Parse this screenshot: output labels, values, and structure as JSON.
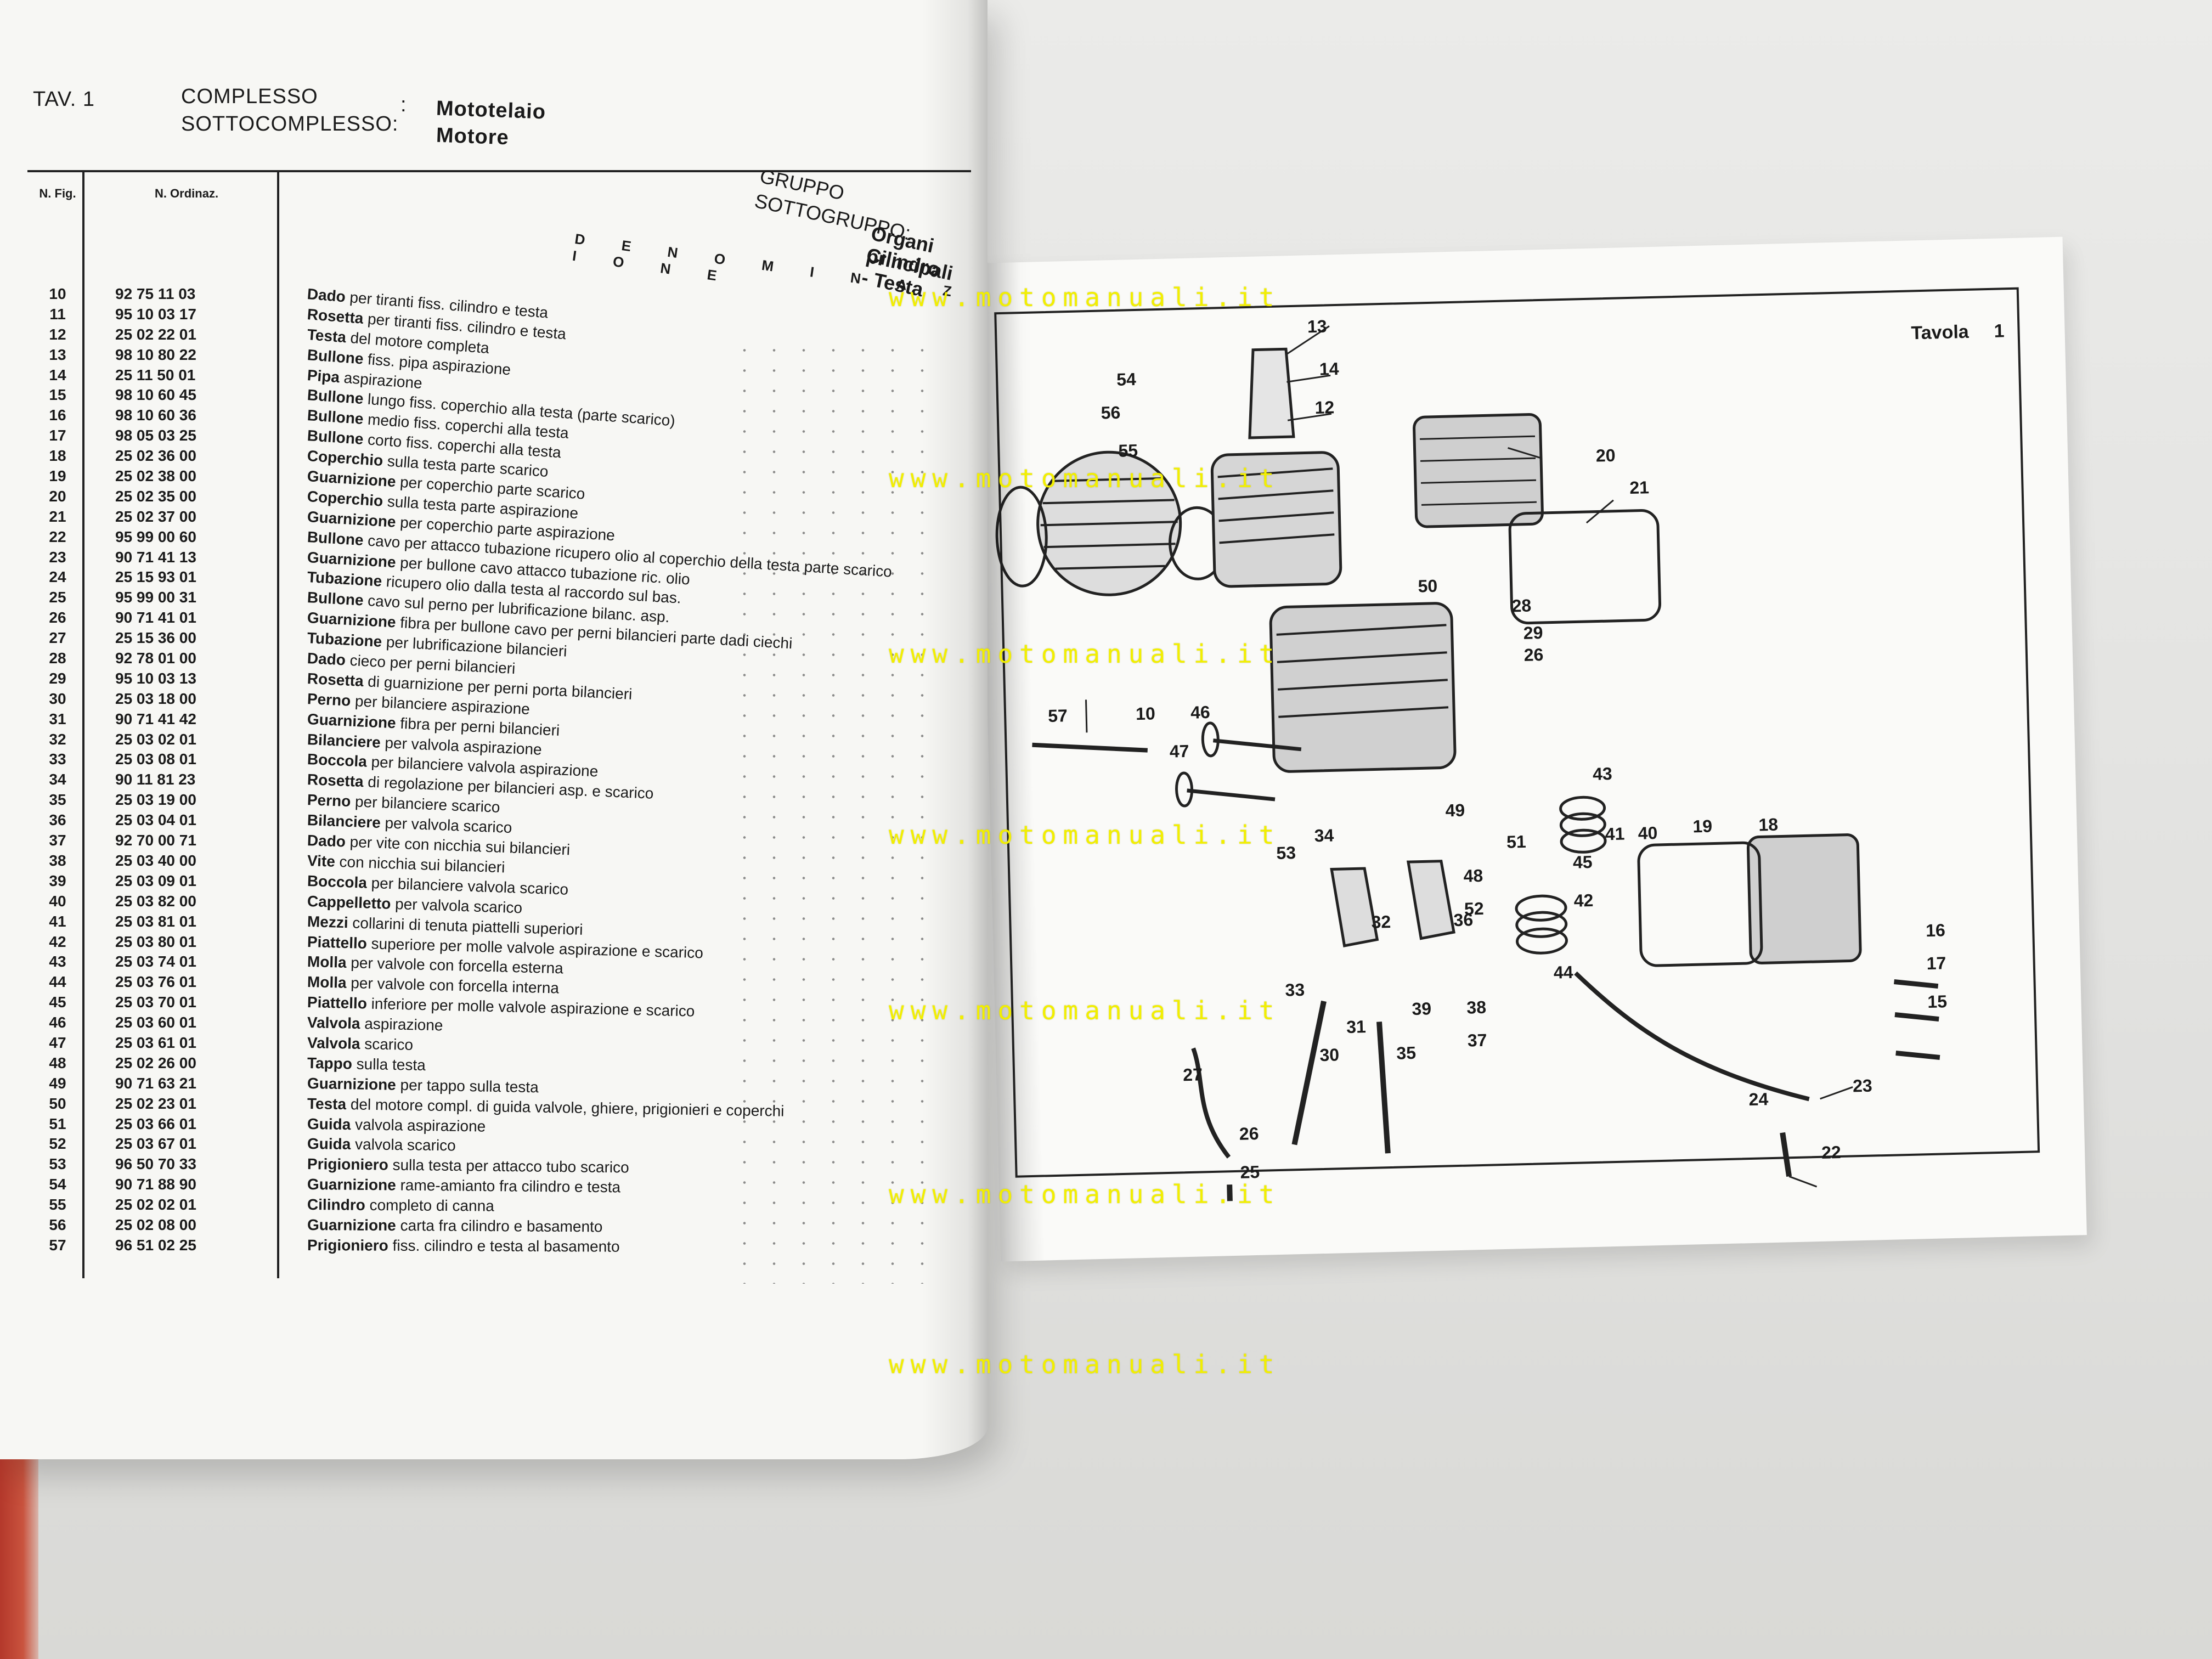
{
  "left_page": {
    "tav_label": "TAV. 1",
    "complesso_label": "COMPLESSO",
    "complesso_value": "Mototelaio",
    "sottocomplesso_label": "SOTTOCOMPLESSO:",
    "sottocomplesso_value": "Motore",
    "colon": ":",
    "col_fig": "N. Fig.",
    "col_ord": "N. Ordinaz.",
    "col_denom": "D E N O M I N A Z I O N E",
    "gruppo_label": "GRUPPO",
    "gruppo_value": "Organi principali",
    "sottogruppo_label": "SOTTOGRUPPO:",
    "sottogruppo_value": "Cilindro - Testa",
    "rows": [
      {
        "fig": "10",
        "code": "92 75 11 03",
        "name": "Dado",
        "rest": "per tiranti fiss. cilindro e testa"
      },
      {
        "fig": "11",
        "code": "95 10 03 17",
        "name": "Rosetta",
        "rest": "per tiranti fiss. cilindro e testa"
      },
      {
        "fig": "12",
        "code": "25 02 22 01",
        "name": "Testa",
        "rest": "del motore completa"
      },
      {
        "fig": "13",
        "code": "98 10 80 22",
        "name": "Bullone",
        "rest": "fiss. pipa aspirazione"
      },
      {
        "fig": "14",
        "code": "25 11 50 01",
        "name": "Pipa",
        "rest": "aspirazione"
      },
      {
        "fig": "15",
        "code": "98 10 60 45",
        "name": "Bullone",
        "rest": "lungo fiss. coperchio alla testa (parte scarico)"
      },
      {
        "fig": "16",
        "code": "98 10 60 36",
        "name": "Bullone",
        "rest": "medio fiss. coperchi alla testa"
      },
      {
        "fig": "17",
        "code": "98 05 03 25",
        "name": "Bullone",
        "rest": "corto fiss. coperchi alla testa"
      },
      {
        "fig": "18",
        "code": "25 02 36 00",
        "name": "Coperchio",
        "rest": "sulla testa parte scarico"
      },
      {
        "fig": "19",
        "code": "25 02 38 00",
        "name": "Guarnizione",
        "rest": "per coperchio parte scarico"
      },
      {
        "fig": "20",
        "code": "25 02 35 00",
        "name": "Coperchio",
        "rest": "sulla testa parte aspirazione"
      },
      {
        "fig": "21",
        "code": "25 02 37 00",
        "name": "Guarnizione",
        "rest": "per coperchio parte aspirazione"
      },
      {
        "fig": "22",
        "code": "95 99 00 60",
        "name": "Bullone",
        "rest": "cavo per attacco tubazione ricupero olio al coperchio della testa parte scarico"
      },
      {
        "fig": "23",
        "code": "90 71 41 13",
        "name": "Guarnizione",
        "rest": "per bullone cavo attacco tubazione ric. olio"
      },
      {
        "fig": "24",
        "code": "25 15 93 01",
        "name": "Tubazione",
        "rest": "ricupero olio dalla testa al raccordo sul bas."
      },
      {
        "fig": "25",
        "code": "95 99 00 31",
        "name": "Bullone",
        "rest": "cavo sul perno per lubrificazione bilanc. asp."
      },
      {
        "fig": "26",
        "code": "90 71 41 01",
        "name": "Guarnizione",
        "rest": "fibra per bullone cavo per perni bilancieri parte dadi ciechi"
      },
      {
        "fig": "27",
        "code": "25 15 36 00",
        "name": "Tubazione",
        "rest": "per lubrificazione bilancieri"
      },
      {
        "fig": "28",
        "code": "92 78 01 00",
        "name": "Dado",
        "rest": "cieco per perni bilancieri"
      },
      {
        "fig": "29",
        "code": "95 10 03 13",
        "name": "Rosetta",
        "rest": "di guarnizione per perni porta bilancieri"
      },
      {
        "fig": "30",
        "code": "25 03 18 00",
        "name": "Perno",
        "rest": "per bilanciere aspirazione"
      },
      {
        "fig": "31",
        "code": "90 71 41 42",
        "name": "Guarnizione",
        "rest": "fibra per perni bilancieri"
      },
      {
        "fig": "32",
        "code": "25 03 02 01",
        "name": "Bilanciere",
        "rest": "per valvola aspirazione"
      },
      {
        "fig": "33",
        "code": "25 03 08 01",
        "name": "Boccola",
        "rest": "per bilanciere valvola aspirazione"
      },
      {
        "fig": "34",
        "code": "90 11 81 23",
        "name": "Rosetta",
        "rest": "di regolazione per bilancieri asp. e scarico"
      },
      {
        "fig": "35",
        "code": "25 03 19 00",
        "name": "Perno",
        "rest": "per bilanciere scarico"
      },
      {
        "fig": "36",
        "code": "25 03 04 01",
        "name": "Bilanciere",
        "rest": "per valvola scarico"
      },
      {
        "fig": "37",
        "code": "92 70 00 71",
        "name": "Dado",
        "rest": "per vite con nicchia sui bilancieri"
      },
      {
        "fig": "38",
        "code": "25 03 40 00",
        "name": "Vite",
        "rest": "con nicchia sui bilancieri"
      },
      {
        "fig": "39",
        "code": "25 03 09 01",
        "name": "Boccola",
        "rest": "per bilanciere valvola scarico"
      },
      {
        "fig": "40",
        "code": "25 03 82 00",
        "name": "Cappelletto",
        "rest": "per valvola scarico"
      },
      {
        "fig": "41",
        "code": "25 03 81 01",
        "name": "Mezzi",
        "rest": "collarini di tenuta piattelli superiori"
      },
      {
        "fig": "42",
        "code": "25 03 80 01",
        "name": "Piattello",
        "rest": "superiore per molle valvole aspirazione e scarico"
      },
      {
        "fig": "43",
        "code": "25 03 74 01",
        "name": "Molla",
        "rest": "per valvole con forcella esterna"
      },
      {
        "fig": "44",
        "code": "25 03 76 01",
        "name": "Molla",
        "rest": "per valvole con forcella interna"
      },
      {
        "fig": "45",
        "code": "25 03 70 01",
        "name": "Piattello",
        "rest": "inferiore per molle valvole aspirazione e scarico"
      },
      {
        "fig": "46",
        "code": "25 03 60 01",
        "name": "Valvola",
        "rest": "aspirazione"
      },
      {
        "fig": "47",
        "code": "25 03 61 01",
        "name": "Valvola",
        "rest": "scarico"
      },
      {
        "fig": "48",
        "code": "25 02 26 00",
        "name": "Tappo",
        "rest": "sulla testa"
      },
      {
        "fig": "49",
        "code": "90 71 63 21",
        "name": "Guarnizione",
        "rest": "per tappo sulla testa"
      },
      {
        "fig": "50",
        "code": "25 02 23 01",
        "name": "Testa",
        "rest": "del motore compl. di guida valvole, ghiere, prigionieri e coperchi"
      },
      {
        "fig": "51",
        "code": "25 03 66 01",
        "name": "Guida",
        "rest": "valvola aspirazione"
      },
      {
        "fig": "52",
        "code": "25 03 67 01",
        "name": "Guida",
        "rest": "valvola scarico"
      },
      {
        "fig": "53",
        "code": "96 50 70 33",
        "name": "Prigioniero",
        "rest": "sulla testa per attacco tubo scarico"
      },
      {
        "fig": "54",
        "code": "90 71 88 90",
        "name": "Guarnizione",
        "rest": "rame-amianto fra cilindro e testa"
      },
      {
        "fig": "55",
        "code": "25 02 02 01",
        "name": "Cilindro",
        "rest": "completo di canna"
      },
      {
        "fig": "56",
        "code": "25 02 08 00",
        "name": "Guarnizione",
        "rest": "carta fra cilindro e basamento"
      },
      {
        "fig": "57",
        "code": "96 51 02 25",
        "name": "Prigioniero",
        "rest": "fiss. cilindro e testa al basamento"
      }
    ]
  },
  "right_page": {
    "tavola_label": "Tavola",
    "tavola_number": "1",
    "callouts": [
      "13",
      "54",
      "14",
      "56",
      "12",
      "55",
      "20",
      "21",
      "50",
      "28",
      "29",
      "26",
      "57",
      "10",
      "46",
      "47",
      "43",
      "49",
      "34",
      "53",
      "51",
      "41",
      "40",
      "19",
      "18",
      "45",
      "48",
      "52",
      "42",
      "32",
      "36",
      "16",
      "44",
      "17",
      "33",
      "31",
      "39",
      "38",
      "15",
      "30",
      "35",
      "37",
      "27",
      "23",
      "24",
      "26",
      "22",
      "25"
    ]
  },
  "watermark": {
    "text": "www.motomanuali.it",
    "color": "#f2ef00"
  }
}
